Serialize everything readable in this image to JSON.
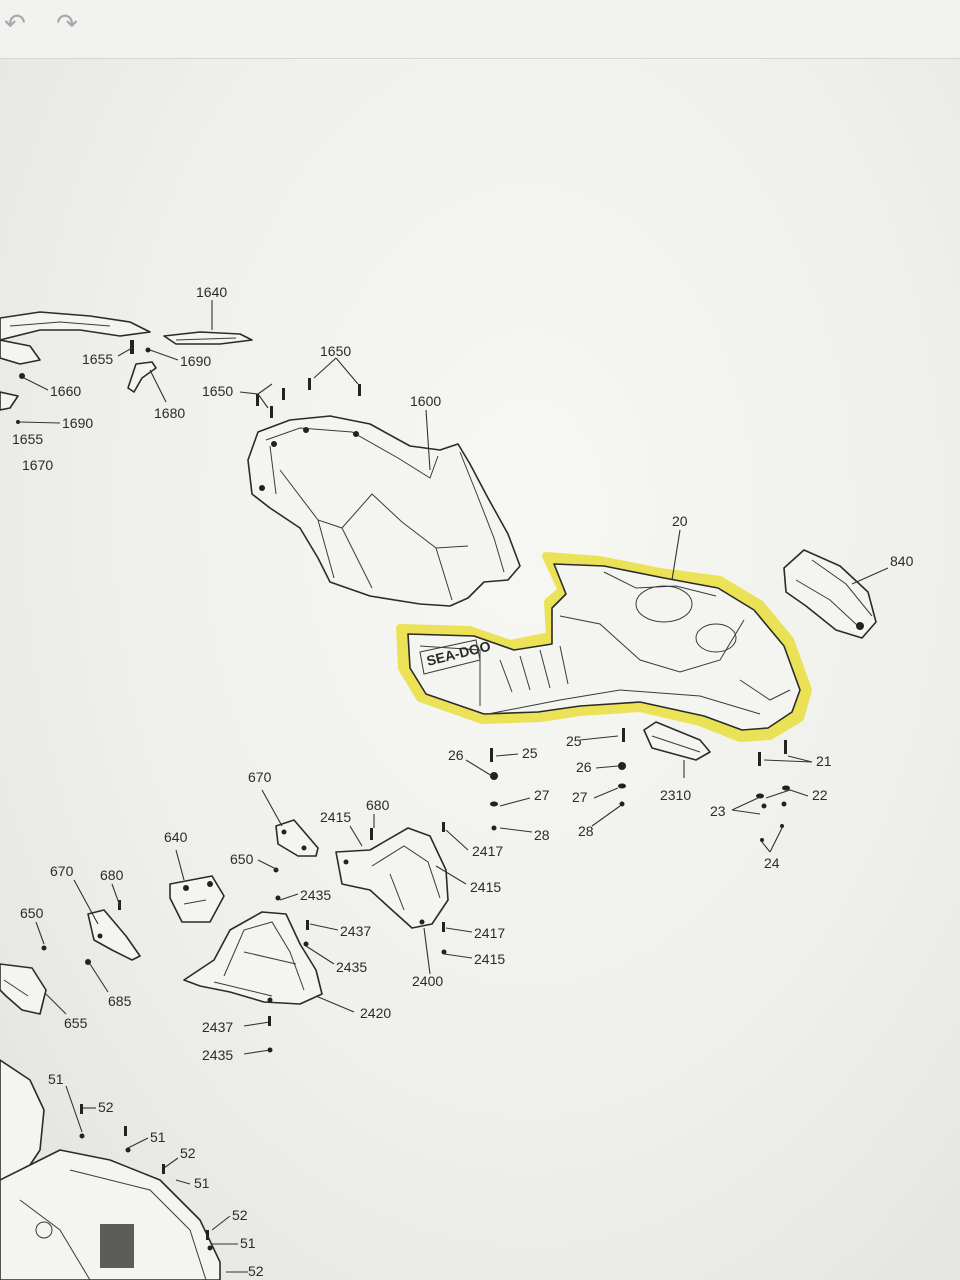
{
  "toolbar": {
    "undo_icon": "undo-arrow-icon",
    "redo_icon": "redo-arrow-icon",
    "undo_glyph": "↶",
    "redo_glyph": "↷"
  },
  "colors": {
    "highlight": "#e8dc1c",
    "line": "#2b2b2b",
    "paper": "#f5f5f2"
  },
  "diagram": {
    "callouts": {
      "c1640": "1640",
      "c1655a": "1655",
      "c1690a": "1690",
      "c1660": "1660",
      "c1680": "1680",
      "c1690b": "1690",
      "c1655b": "1655",
      "c1670": "1670",
      "c1650a": "1650",
      "c1650b": "1650",
      "c1600": "1600",
      "c20": "20",
      "c840": "840",
      "c26a": "26",
      "c25a": "25",
      "c25b": "25",
      "c26b": "26",
      "c27a": "27",
      "c27b": "27",
      "c28a": "28",
      "c28b": "28",
      "c2310": "2310",
      "c21": "21",
      "c22": "22",
      "c23": "23",
      "c24": "24",
      "c670a": "670",
      "c680a": "680",
      "c2415a": "2415",
      "c640": "640",
      "c650a": "650",
      "c2417a": "2417",
      "c2415b": "2415",
      "c2435a": "2435",
      "c670b": "670",
      "c680b": "680",
      "c650b": "650",
      "c2437a": "2437",
      "c2417b": "2417",
      "c2435b": "2435",
      "c2415c": "2415",
      "c2400": "2400",
      "c685": "685",
      "c655": "655",
      "c2420": "2420",
      "c2437b": "2437",
      "c2435c": "2435",
      "c51a": "51",
      "c52a": "52",
      "c51b": "51",
      "c52b": "52",
      "c51c": "51",
      "c52c": "52",
      "c51d": "51",
      "c52d": "52"
    },
    "logo_text": "SEA-DOO"
  }
}
